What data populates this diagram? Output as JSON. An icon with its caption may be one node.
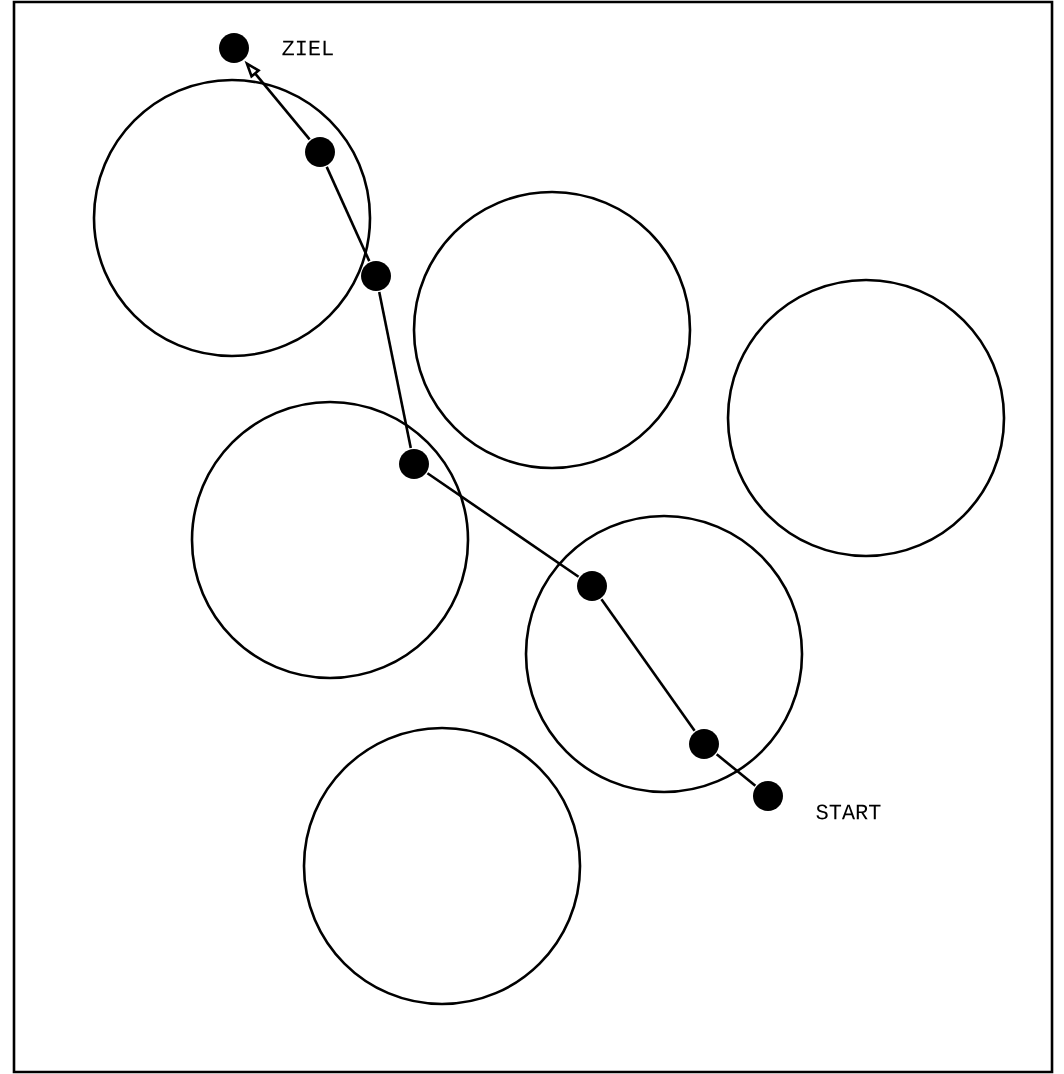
{
  "diagram": {
    "nodes": [
      {
        "text": [],
        "shape": "circle",
        "beside": [
          "ZIEL"
        ]
      },
      {
        "text": [],
        "shape": "circle"
      },
      {
        "text": [],
        "shape": "circle"
      },
      {
        "text": [],
        "shape": "circle"
      },
      {
        "text": [],
        "shape": "circle"
      },
      {
        "text": [],
        "shape": "circle"
      },
      {
        "text": [],
        "shape": "circle",
        "beside": [
          "START"
        ]
      }
    ],
    "edges": [
      {
        "from": 6,
        "to": 5,
        "arrow": "none"
      },
      {
        "from": 5,
        "to": 4,
        "arrow": "none"
      },
      {
        "from": 4,
        "to": 3,
        "arrow": "none"
      },
      {
        "from": 3,
        "to": 2,
        "arrow": "none"
      },
      {
        "from": 2,
        "to": 1,
        "arrow": "none"
      },
      {
        "from": 1,
        "to": 0,
        "arrow": "to"
      }
    ]
  }
}
